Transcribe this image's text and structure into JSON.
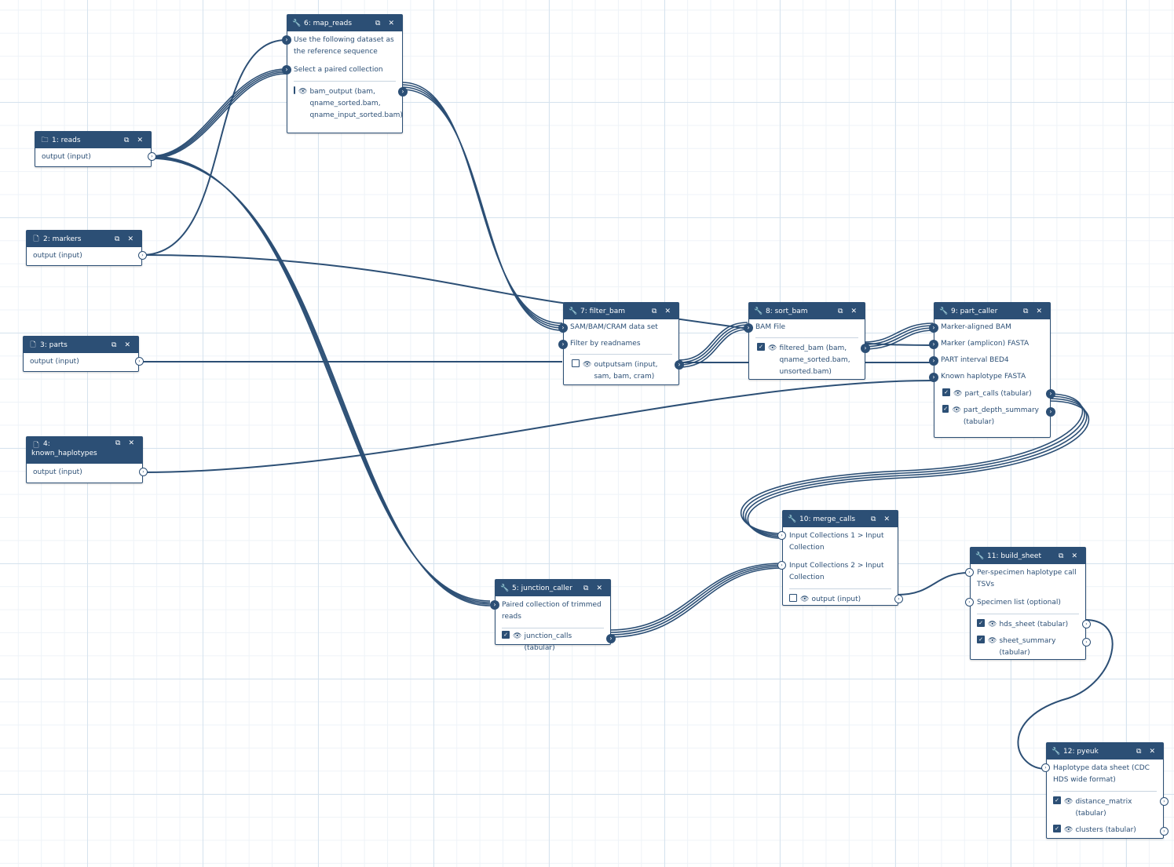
{
  "nodes": {
    "n1": {
      "title": "1: reads",
      "icon": "folder-icon",
      "output": "output (input)"
    },
    "n2": {
      "title": "2: markers",
      "icon": "file-icon",
      "output": "output (input)"
    },
    "n3": {
      "title": "3: parts",
      "icon": "file-icon",
      "output": "output (input)"
    },
    "n4": {
      "title": "4:",
      "title2": "known_haplotypes",
      "icon": "file-icon",
      "output": "output (input)"
    },
    "n5": {
      "title": "5: junction_caller",
      "icon": "wrench-icon",
      "inputs": [
        "Paired collection of trimmed reads"
      ],
      "outputs": [
        {
          "label": "junction_calls (tabular)",
          "checked": true
        }
      ]
    },
    "n6": {
      "title": "6: map_reads",
      "icon": "wrench-icon",
      "inputs": [
        "Use the following dataset as the reference sequence",
        "Select a paired collection"
      ],
      "outputs": [
        {
          "label": "bam_output (bam, qname_sorted.bam, qname_input_sorted.bam)",
          "checked": false
        }
      ]
    },
    "n7": {
      "title": "7: filter_bam",
      "icon": "wrench-icon",
      "inputs": [
        "SAM/BAM/CRAM data set",
        "Filter by readnames"
      ],
      "outputs": [
        {
          "label": "outputsam (input, sam, bam, cram)",
          "checked": false
        }
      ]
    },
    "n8": {
      "title": "8: sort_bam",
      "icon": "wrench-icon",
      "inputs": [
        "BAM File"
      ],
      "outputs": [
        {
          "label": "filtered_bam (bam, qname_sorted.bam, unsorted.bam)",
          "checked": true
        }
      ]
    },
    "n9": {
      "title": "9: part_caller",
      "icon": "wrench-icon",
      "inputs": [
        "Marker-aligned BAM",
        "Marker (amplicon) FASTA",
        "PART interval BED4",
        "Known haplotype FASTA"
      ],
      "outputs": [
        {
          "label": "part_calls (tabular)",
          "checked": true
        },
        {
          "label": "part_depth_summary (tabular)",
          "checked": true
        }
      ]
    },
    "n10": {
      "title": "10: merge_calls",
      "icon": "wrench-icon",
      "inputs": [
        "Input Collections 1 > Input Collection",
        "Input Collections 2 > Input Collection"
      ],
      "outputs": [
        {
          "label": "output (input)",
          "checked": false
        }
      ]
    },
    "n11": {
      "title": "11: build_sheet",
      "icon": "wrench-icon",
      "inputs": [
        "Per-specimen haplotype call TSVs",
        "Specimen list (optional)"
      ],
      "outputs": [
        {
          "label": "hds_sheet (tabular)",
          "checked": true
        },
        {
          "label": "sheet_summary (tabular)",
          "checked": true
        }
      ]
    },
    "n12": {
      "title": "12: pyeuk",
      "icon": "wrench-icon",
      "inputs": [
        "Haplotype data sheet (CDC HDS wide format)"
      ],
      "outputs": [
        {
          "label": "distance_matrix (tabular)",
          "checked": true
        },
        {
          "label": "clusters (tabular)",
          "checked": true
        }
      ]
    }
  },
  "colors": {
    "node": "#2c4f75",
    "grid": "#d6e3ee"
  }
}
